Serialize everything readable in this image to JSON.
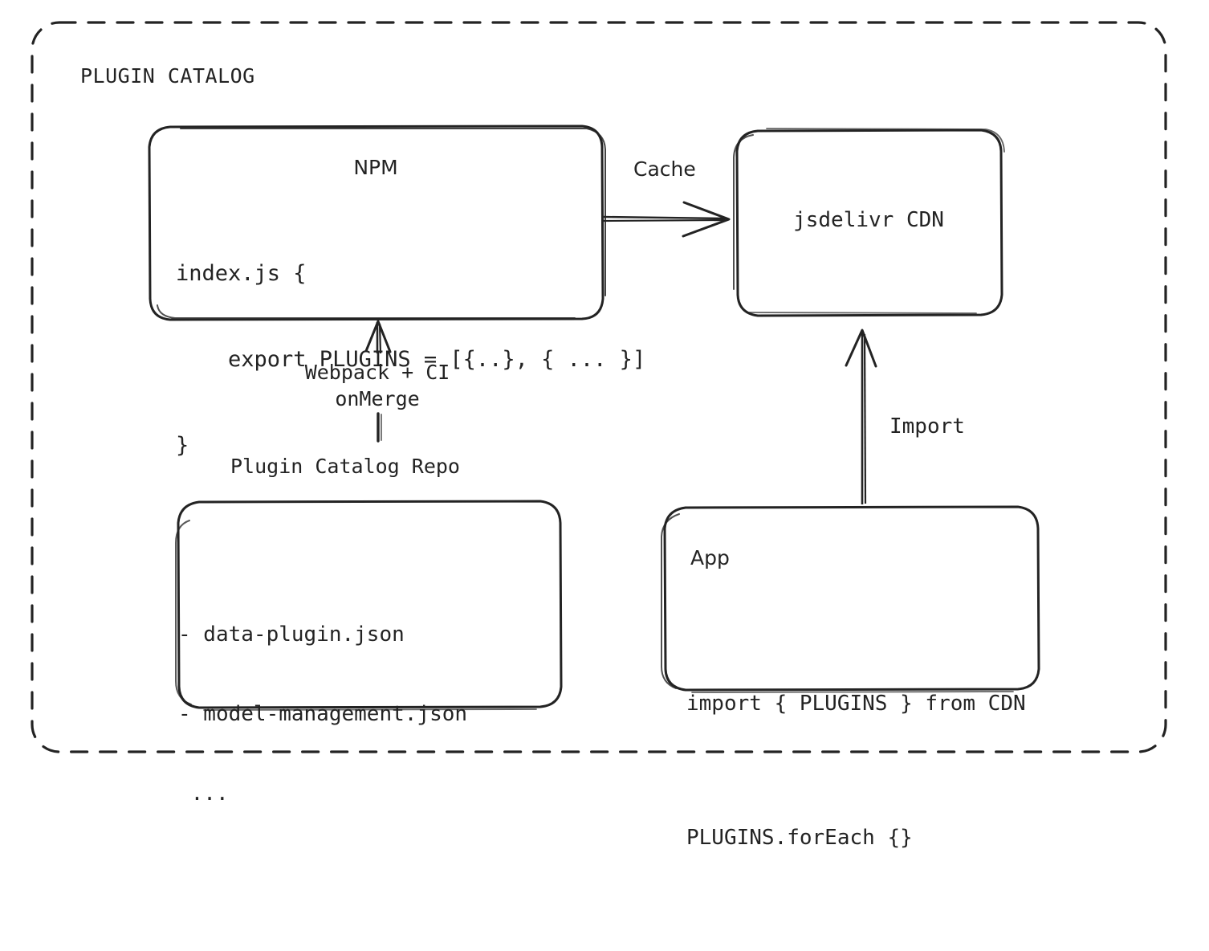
{
  "diagram": {
    "group": {
      "title": "PLUGIN CATALOG",
      "border_style": "dashed",
      "border_color": "#232323"
    },
    "stroke_color": "#232323",
    "background": "#ffffff",
    "nodes": {
      "npm": {
        "title": "NPM",
        "code_lines": [
          "index.js {",
          "    export PLUGINS = [{..}, { ... }]",
          "}"
        ]
      },
      "cdn": {
        "title": "jsdelivr CDN"
      },
      "repo": {
        "caption": "Plugin Catalog Repo",
        "items": [
          "- data-plugin.json",
          "- model-management.json",
          " ..."
        ]
      },
      "app": {
        "title": "App",
        "code_lines": [
          "import { PLUGINS } from CDN",
          "PLUGINS.forEach {}"
        ]
      }
    },
    "edges": {
      "cache": {
        "label": "Cache",
        "from": "npm",
        "to": "cdn",
        "direction": "right"
      },
      "build": {
        "label": "Webpack + CI\nonMerge",
        "from": "repo",
        "to": "npm",
        "direction": "up"
      },
      "import": {
        "label": "Import",
        "from": "app",
        "to": "cdn",
        "direction": "up"
      }
    }
  }
}
